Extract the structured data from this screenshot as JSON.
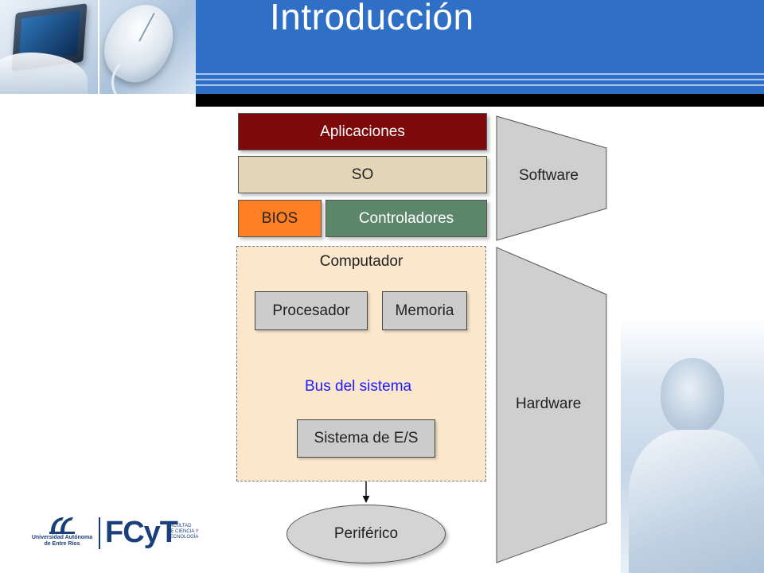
{
  "slide": {
    "title": "Introducción"
  },
  "layers": {
    "aplicaciones": "Aplicaciones",
    "so": "SO",
    "bios": "BIOS",
    "controladores": "Controladores"
  },
  "computer": {
    "title": "Computador",
    "procesador": "Procesador",
    "memoria": "Memoria",
    "bus": "Bus del sistema",
    "es": "Sistema de E/S"
  },
  "periferico": "Periférico",
  "categories": {
    "software": "Software",
    "hardware": "Hardware"
  },
  "logos": {
    "uader_line1": "Universidad Autónoma",
    "uader_line2": "de Entre Ríos",
    "fcyt": "FCyT",
    "fcyt_sub": "FACULTAD DE CIENCIA Y TECNOLOGÍA"
  },
  "colors": {
    "header_blue": "#2f6fc6",
    "aplicaciones": "#7c0a0a",
    "so": "#e3d5b8",
    "bios": "#ff7f22",
    "controladores": "#5c876a",
    "computador_bg": "#fbe7cc",
    "bus": "#1c1cff",
    "gray_box": "#cccccc"
  }
}
